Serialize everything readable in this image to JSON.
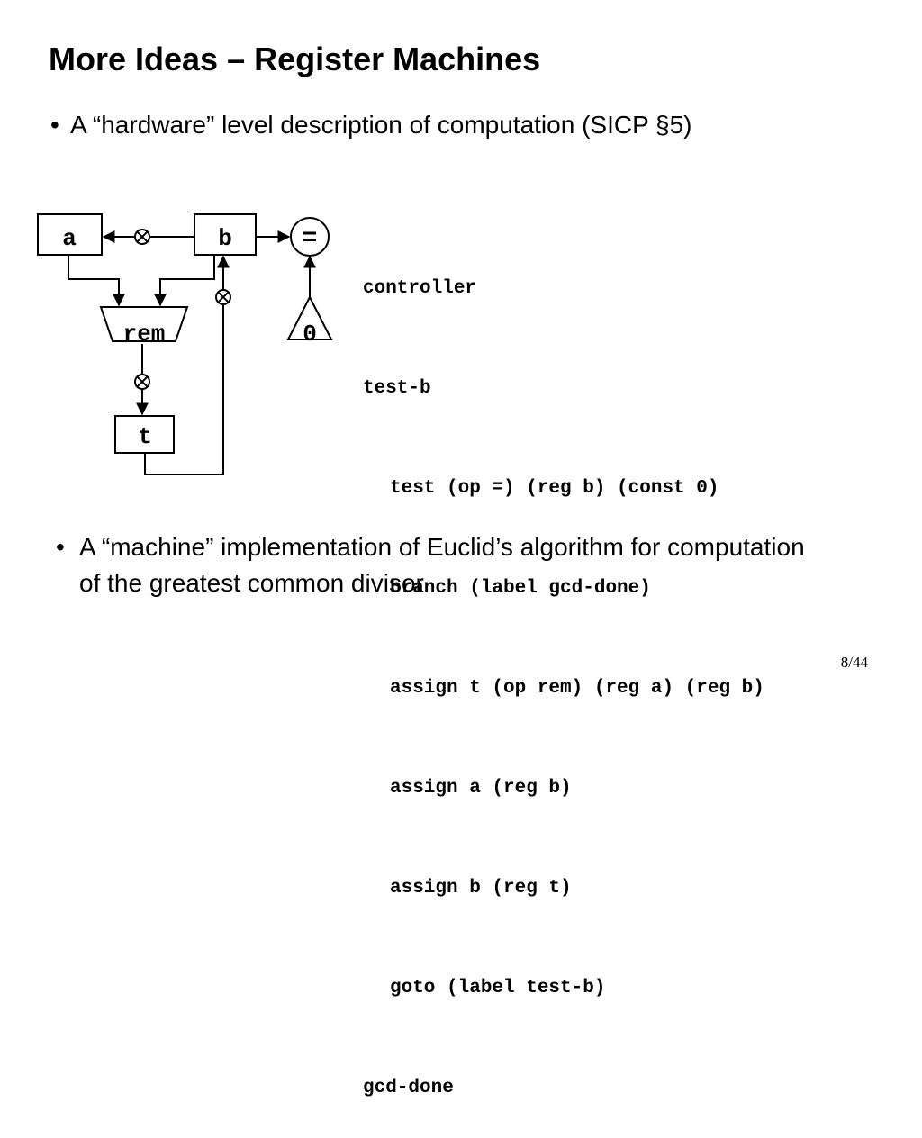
{
  "slide": {
    "title": "More Ideas – Register Machines",
    "bullets": [
      "A “hardware” level description of computation (SICP §5)",
      "A “machine” implementation of Euclid’s algorithm for computation of the greatest common divisor"
    ],
    "bullet_glyph": "•",
    "page_number": "8/44"
  },
  "diagram": {
    "registers": {
      "a": "a",
      "b": "b",
      "t": "t"
    },
    "operations": {
      "rem": "rem",
      "equals": "="
    },
    "constant": "0",
    "button_icon": "circle-times-icon"
  },
  "code": {
    "lines": [
      {
        "text": "controller",
        "indent": false
      },
      {
        "text": "test-b",
        "indent": false
      },
      {
        "text": "test (op =) (reg b) (const 0)",
        "indent": true
      },
      {
        "text": "branch (label gcd-done)",
        "indent": true
      },
      {
        "text": "assign t (op rem) (reg a) (reg b)",
        "indent": true
      },
      {
        "text": "assign a (reg b)",
        "indent": true
      },
      {
        "text": "assign b (reg t)",
        "indent": true
      },
      {
        "text": "goto (label test-b)",
        "indent": true
      },
      {
        "text": "gcd-done",
        "indent": false
      }
    ]
  }
}
